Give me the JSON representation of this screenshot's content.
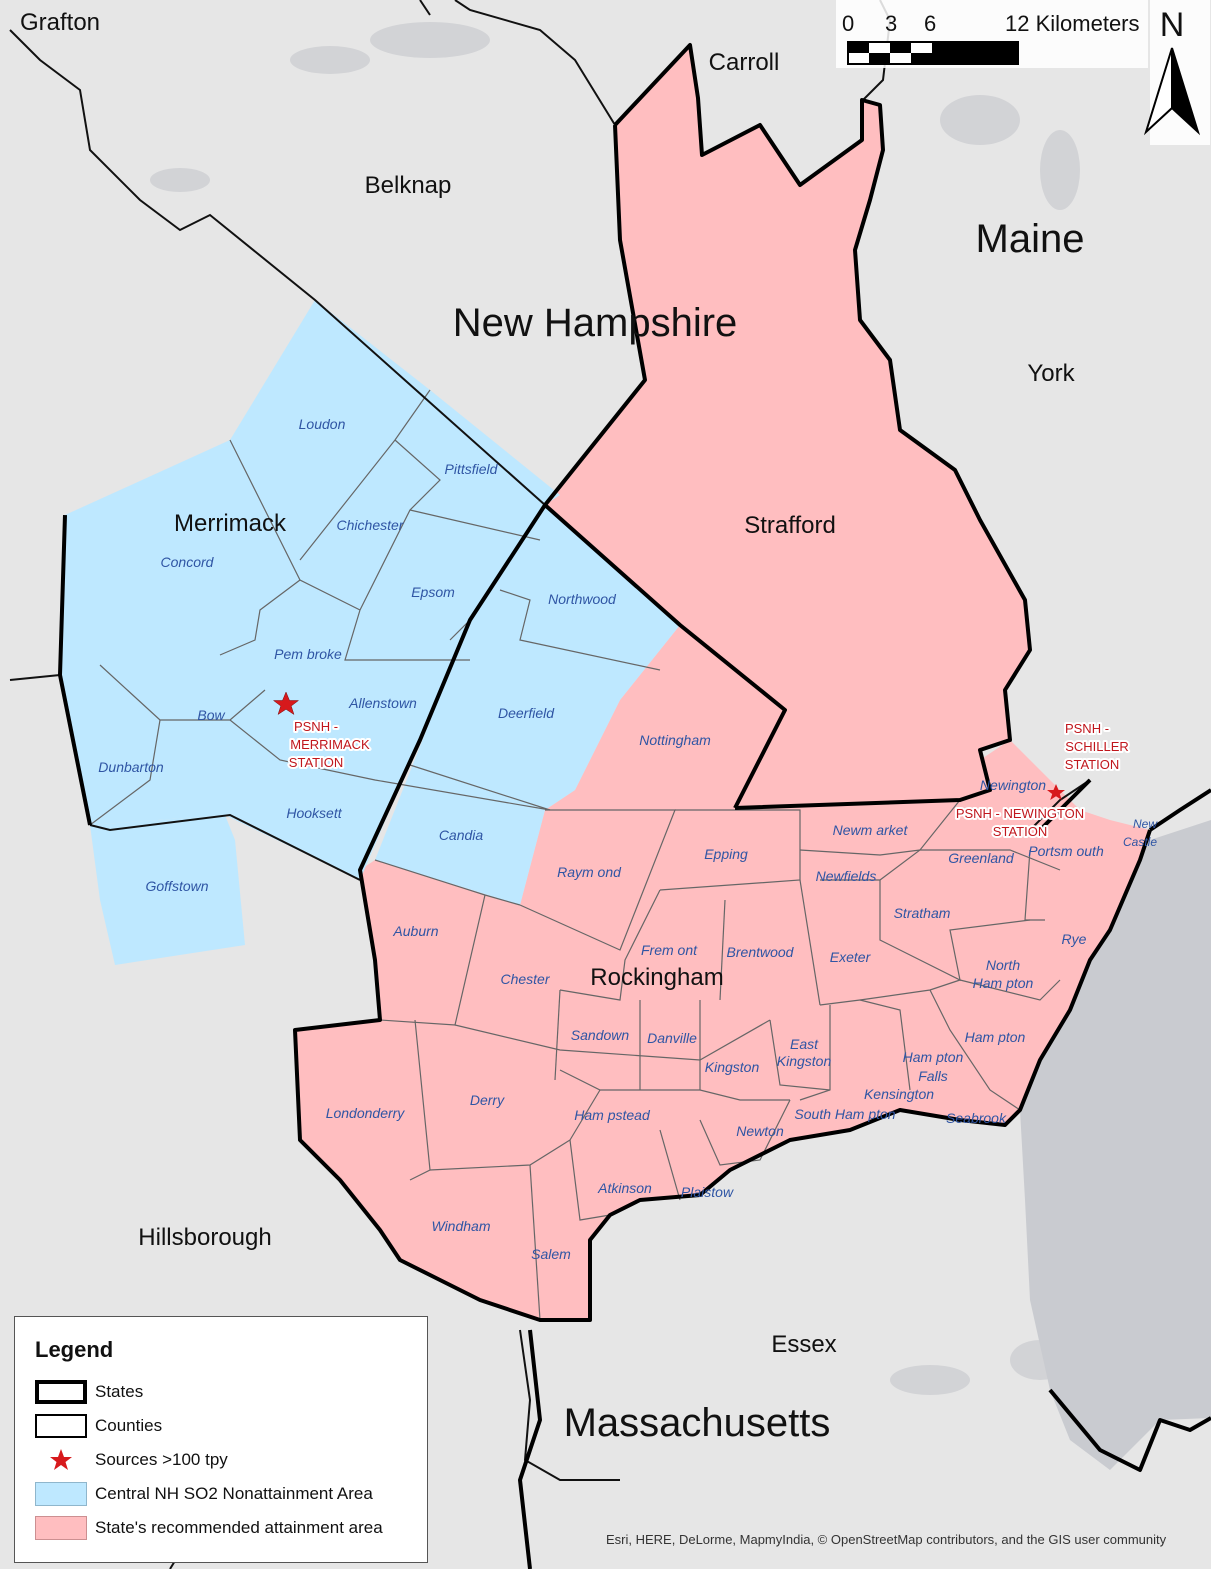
{
  "map": {
    "states": [
      "New Hampshire",
      "Maine",
      "Massachusetts"
    ],
    "counties": [
      "Grafton",
      "Carroll",
      "Belknap",
      "Merrimack",
      "Strafford",
      "York",
      "Rockingham",
      "Hillsborough",
      "Essex"
    ],
    "towns_nonattainment": [
      "Loudon",
      "Pittsfield",
      "Chichester",
      "Concord",
      "Epsom",
      "Northwood",
      "Pembroke",
      "Allenstown",
      "Bow",
      "Deerfield",
      "Dunbarton",
      "Hooksett",
      "Candia",
      "Goffstown"
    ],
    "towns_attainment": [
      "Nottingham",
      "Newmarket",
      "Epping",
      "Raymond",
      "Newfields",
      "Greenland",
      "Portsmouth",
      "Newington",
      "Stratham",
      "Auburn",
      "Fremont",
      "Brentwood",
      "Exeter",
      "Rye",
      "North Hampton",
      "Chester",
      "Sandown",
      "Danville",
      "East Kingston",
      "Kingston",
      "Hampton",
      "Hampton Falls",
      "Kensington",
      "Londonderry",
      "Derry",
      "Hampstead",
      "South Hampton",
      "Newton",
      "Seabrook",
      "Atkinson",
      "Plaistow",
      "Windham",
      "Salem"
    ],
    "town_labels": {
      "portsmouth": "Portsm outh",
      "newmarket": "Newm arket",
      "raymond": "Raym ond",
      "fremont": "Frem ont",
      "pembroke": "Pem broke",
      "north_hampton_1": "North",
      "north_hampton_2": "Ham pton",
      "hampton": "Ham pton",
      "hampton_falls_1": "Ham pton",
      "hampton_falls_2": "Falls",
      "east_kingston_1": "East",
      "east_kingston_2": "Kingston",
      "hampstead": "Ham pstead",
      "south_hampton": "South Ham pton",
      "new_castle_1": "New",
      "new_castle_2": "Castle"
    },
    "stations": [
      {
        "lines": [
          "PSNH -",
          "MERRIMACK",
          "STATION"
        ]
      },
      {
        "lines": [
          "PSNH -",
          "SCHILLER",
          "STATION"
        ]
      },
      {
        "lines": [
          "PSNH - NEWINGTON",
          "STATION"
        ]
      }
    ],
    "colors": {
      "nonattainment": "#bee8ff",
      "attainment": "#ffbec0",
      "background": "#e6e6e6",
      "water": "#c9cbd0",
      "star": "#d7191c"
    }
  },
  "scale_bar": {
    "ticks": [
      "0",
      "3",
      "6"
    ],
    "label": "12 Kilometers"
  },
  "north_arrow": {
    "label": "N"
  },
  "legend": {
    "title": "Legend",
    "items": [
      {
        "label": "States",
        "symbol": "state-boundary"
      },
      {
        "label": "Counties",
        "symbol": "county-boundary"
      },
      {
        "label": "Sources >100 tpy",
        "symbol": "star"
      },
      {
        "label": "Central NH SO2 Nonattainment Area",
        "symbol": "fill-blue"
      },
      {
        "label": "State's recommended attainment area",
        "symbol": "fill-pink"
      }
    ]
  },
  "credit": "Esri, HERE, DeLorme, MapmyIndia, © OpenStreetMap contributors, and the GIS user community"
}
